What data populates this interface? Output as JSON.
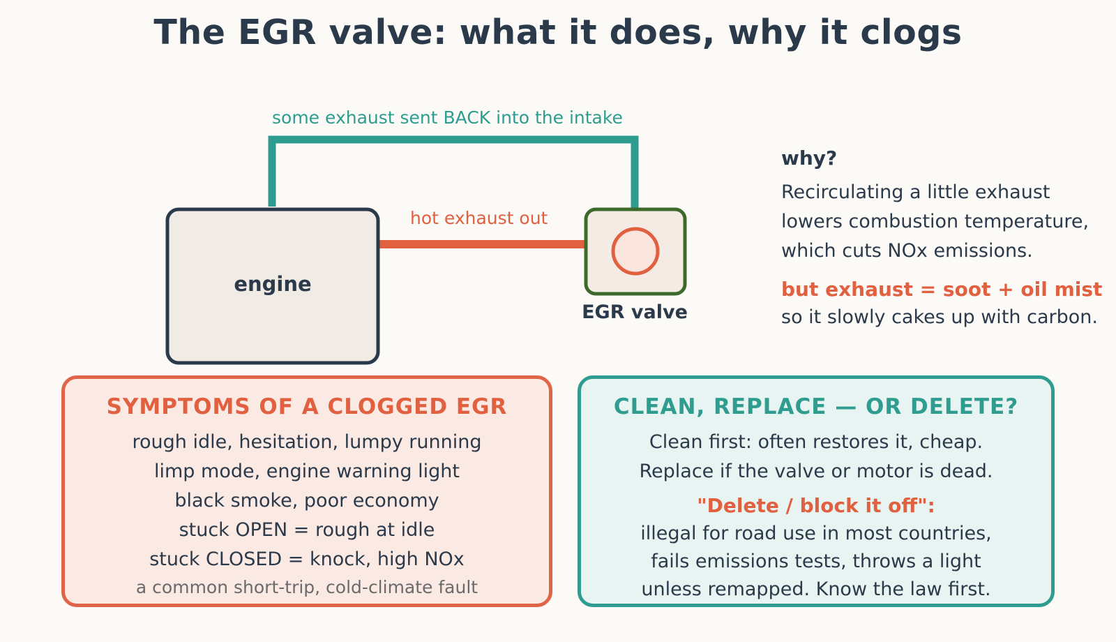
{
  "title": "The EGR valve: what it does, why it clogs",
  "diagram": {
    "recirc_label": "some exhaust sent BACK into the intake",
    "exhaust_label": "hot exhaust out",
    "engine_label": "engine",
    "egr_label": "EGR valve"
  },
  "why": {
    "heading": "why?",
    "body_lines": [
      "Recirculating a little exhaust",
      "lowers combustion temperature,",
      "which cuts NOx emissions."
    ],
    "warning": "but exhaust = soot + oil mist",
    "tail": "so it slowly cakes up with carbon."
  },
  "symptoms": {
    "title": "SYMPTOMS OF A CLOGGED EGR",
    "lines": [
      "rough idle, hesitation, lumpy running",
      "limp mode, engine warning light",
      "black smoke, poor economy",
      "stuck OPEN = rough at idle",
      "stuck CLOSED = knock, high NOx"
    ],
    "note": "a common short-trip, cold-climate fault"
  },
  "fix": {
    "title": "CLEAN, REPLACE — OR DELETE?",
    "lines": [
      "Clean first: often restores it, cheap.",
      "Replace if the valve or motor is dead."
    ],
    "warning": "\"Delete / block it off\":",
    "tail_lines": [
      "illegal for road use in most countries,",
      "fails emissions tests, throws a light",
      "unless remapped. Know the law first."
    ]
  },
  "colors": {
    "teal": "#2e9c8f",
    "orange": "#e06040",
    "navy": "#2b3a4a",
    "green": "#3d6a2a"
  }
}
